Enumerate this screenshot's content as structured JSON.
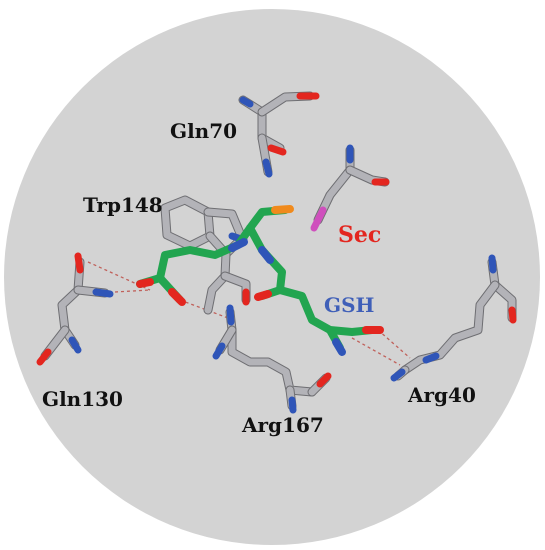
{
  "labels": {
    "gln70": "Gln70",
    "trp148": "Trp148",
    "sec": "Sec",
    "gsh": "GSH",
    "gln130": "Gln130",
    "arg167": "Arg167",
    "arg40": "Arg40"
  },
  "colors": {
    "background_disc": "#d3d3d3",
    "carbon": "#b3b3b8",
    "carbon_edge": "#6e6e72",
    "gsh_carbon": "#22a550",
    "oxygen": "#e3261f",
    "nitrogen": "#2f55b8",
    "sulfur": "#f08a1c",
    "selenium": "#cf4fbd",
    "sec_label": "#e3261f",
    "gsh_label": "#3f5fb8",
    "residue_label": "#111111",
    "hbond": "#c0605a"
  }
}
